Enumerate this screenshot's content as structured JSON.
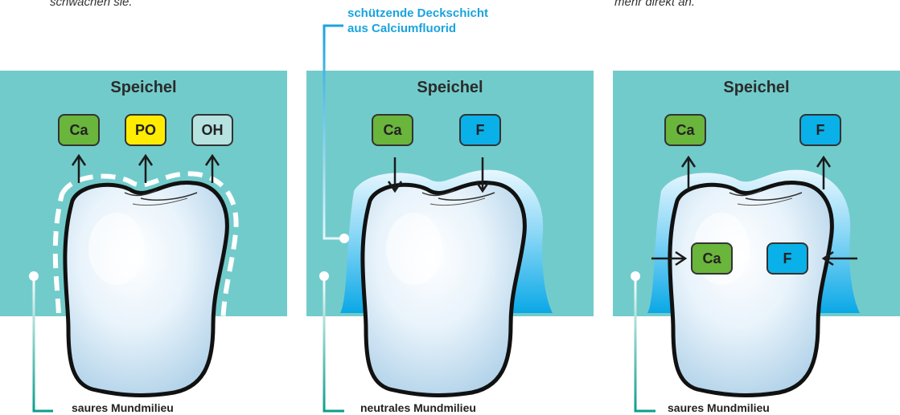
{
  "captions": {
    "left": "schwächen sie.",
    "right": "mehr direkt an."
  },
  "callout": {
    "line1": "schützende Deckschicht",
    "line2": "aus Calciumfluorid"
  },
  "panels": [
    {
      "saliva_label": "Speichel",
      "ions": [
        "Ca",
        "PO",
        "OH"
      ],
      "arrow_direction": "up",
      "milieu": "saures Mundmilieu"
    },
    {
      "saliva_label": "Speichel",
      "ions": [
        "Ca",
        "F"
      ],
      "arrow_direction": "down",
      "milieu": "neutrales Mundmilieu"
    },
    {
      "saliva_label": "Speichel",
      "ions": [
        "Ca",
        "F"
      ],
      "arrow_direction": "up",
      "inner_ions": [
        "Ca",
        "F"
      ],
      "milieu": "saures Mundmilieu"
    }
  ],
  "colors": {
    "saliva": "#72cbcb",
    "calcium": "#6ab53c",
    "phosphate": "#ffec00",
    "hydroxide": "#b6e2e0",
    "fluoride": "#0ab0e8",
    "callout": "#1aa3dd"
  }
}
